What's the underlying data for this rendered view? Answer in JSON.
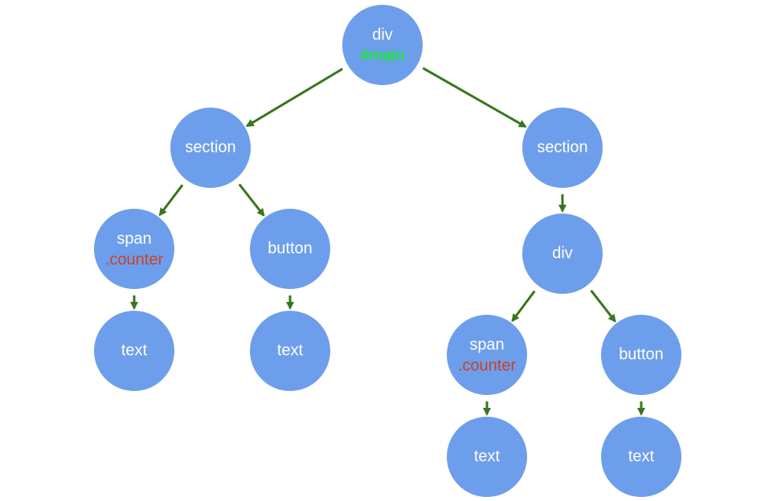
{
  "colors": {
    "node_fill": "#6d9eeb",
    "edge": "#38761d",
    "label": "#ffffff",
    "id_selector": "#00ff00",
    "class_selector": "#cc4125"
  },
  "nodes": [
    {
      "key": "root-div",
      "label": "div",
      "sub": "#main",
      "sub_kind": "id_selector"
    },
    {
      "key": "left-section",
      "label": "section",
      "sub": ""
    },
    {
      "key": "left-span",
      "label": "span",
      "sub": ".counter",
      "sub_kind": "class_selector"
    },
    {
      "key": "left-button",
      "label": "button",
      "sub": ""
    },
    {
      "key": "left-span-text",
      "label": "text",
      "sub": ""
    },
    {
      "key": "left-button-text",
      "label": "text",
      "sub": ""
    },
    {
      "key": "right-section",
      "label": "section",
      "sub": ""
    },
    {
      "key": "right-div",
      "label": "div",
      "sub": ""
    },
    {
      "key": "right-span",
      "label": "span",
      "sub": ".counter",
      "sub_kind": "class_selector"
    },
    {
      "key": "right-button",
      "label": "button",
      "sub": ""
    },
    {
      "key": "right-span-text",
      "label": "text",
      "sub": ""
    },
    {
      "key": "right-button-text",
      "label": "text",
      "sub": ""
    }
  ],
  "edges": [
    {
      "from": "root-div",
      "to": "left-section"
    },
    {
      "from": "root-div",
      "to": "right-section"
    },
    {
      "from": "left-section",
      "to": "left-span"
    },
    {
      "from": "left-section",
      "to": "left-button"
    },
    {
      "from": "left-span",
      "to": "left-span-text"
    },
    {
      "from": "left-button",
      "to": "left-button-text"
    },
    {
      "from": "right-section",
      "to": "right-div"
    },
    {
      "from": "right-div",
      "to": "right-span"
    },
    {
      "from": "right-div",
      "to": "right-button"
    },
    {
      "from": "right-span",
      "to": "right-span-text"
    },
    {
      "from": "right-button",
      "to": "right-button-text"
    }
  ]
}
